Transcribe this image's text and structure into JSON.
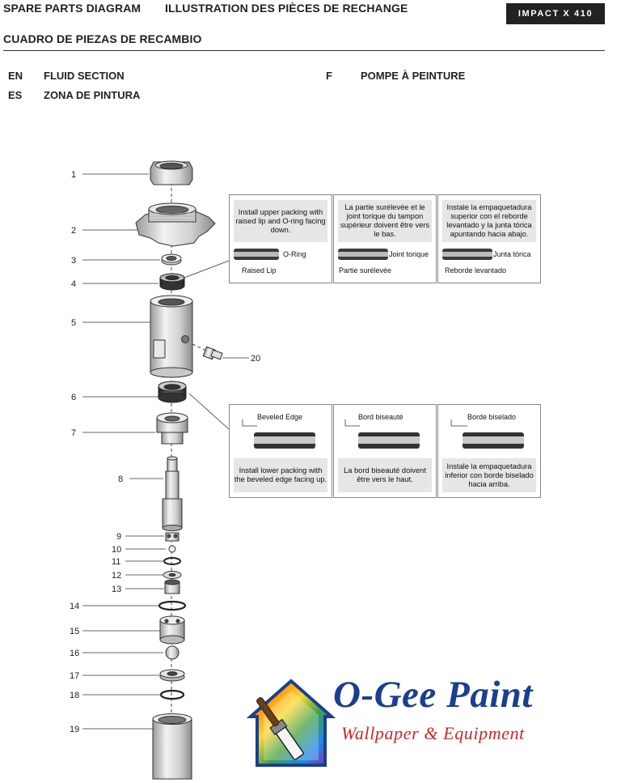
{
  "header": {
    "title_en": "SPARE PARTS DIAGRAM",
    "title_fr": "ILLUSTRATION DES PIÈCES DE RECHANGE",
    "title_es": "CUADRO DE PIEZAS DE RECAMBIO",
    "model": "IMPACT X 410"
  },
  "section": {
    "en_code": "EN",
    "en_label": "FLUID SECTION",
    "es_code": "ES",
    "es_label": "ZONA DE PINTURA",
    "fr_code": "F",
    "fr_label": "POMPE À PEINTURE"
  },
  "part_numbers": [
    "1",
    "2",
    "3",
    "4",
    "5",
    "6",
    "7",
    "8",
    "9",
    "10",
    "11",
    "12",
    "13",
    "14",
    "15",
    "16",
    "17",
    "18",
    "19",
    "20"
  ],
  "upper_callouts": [
    {
      "text": "Install upper packing with raised lip and O-ring facing down.",
      "oring_label": "O-Ring",
      "lip_label": "Raised Lip"
    },
    {
      "text": "La partie surélevée et le joint torique du tampon supérieur doivent être vers le bas.",
      "oring_label": "Joint torique",
      "lip_label": "Partie surélevée"
    },
    {
      "text": "Instale la empaquetadura superior con el reborde levantado y la junta tórica apuntando hacia abajo.",
      "oring_label": "Junta tórica",
      "lip_label": "Reborde levantado"
    }
  ],
  "lower_callouts": [
    {
      "edge_label": "Beveled Edge",
      "text": "Install lower packing with the beveled edge facing up."
    },
    {
      "edge_label": "Bord biseauté",
      "text": "La bord biseauté doivent être vers le haut."
    },
    {
      "edge_label": "Borde biselado",
      "text": "Instale la empaquetadura inferior con borde biselado hacia arriba."
    }
  ],
  "logo": {
    "name": "O-Gee Paint",
    "tagline": "Wallpaper & Equipment"
  },
  "colors": {
    "logo_blue": "#1b3f8f",
    "logo_red": "#c8282a",
    "badge_bg": "#222222",
    "callout_text_bg": "#e6e6e6"
  }
}
